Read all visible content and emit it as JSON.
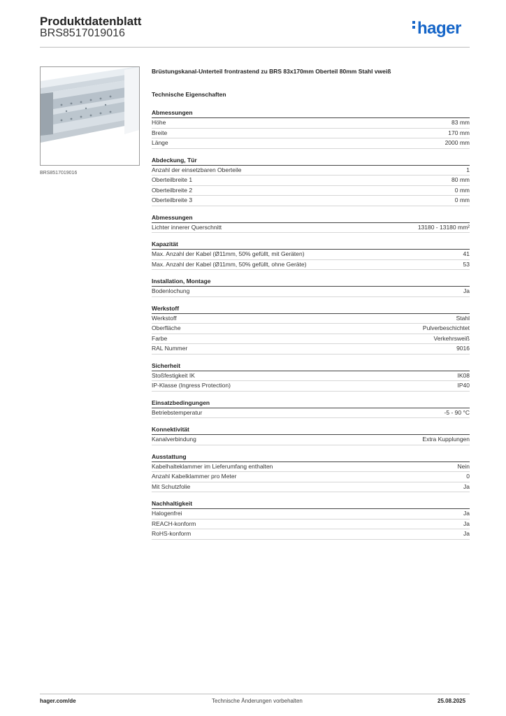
{
  "header": {
    "title": "Produktdatenblatt",
    "subtitle": "BRS8517019016",
    "logo": "hager",
    "brand_color": "#1565c8"
  },
  "image": {
    "caption": "BRS8517019016"
  },
  "product": {
    "title": "Brüstungskanal-Unterteil frontrastend zu BRS 83x170mm Oberteil 80mm Stahl vweiß",
    "section_label": "Technische Eigenschaften"
  },
  "groups": [
    {
      "title": "Abmessungen",
      "rows": [
        {
          "label": "Höhe",
          "value": "83 mm"
        },
        {
          "label": "Breite",
          "value": "170 mm"
        },
        {
          "label": "Länge",
          "value": "2000 mm"
        }
      ]
    },
    {
      "title": "Abdeckung, Tür",
      "rows": [
        {
          "label": "Anzahl der einsetzbaren Oberteile",
          "value": "1"
        },
        {
          "label": "Oberteilbreite 1",
          "value": "80 mm"
        },
        {
          "label": "Oberteilbreite 2",
          "value": "0 mm"
        },
        {
          "label": "Oberteilbreite 3",
          "value": "0 mm"
        }
      ]
    },
    {
      "title": "Abmessungen",
      "rows": [
        {
          "label": "Lichter innerer Querschnitt",
          "value": "13180 - 13180 mm²"
        }
      ]
    },
    {
      "title": "Kapazität",
      "rows": [
        {
          "label": "Max. Anzahl der Kabel (Ø11mm, 50% gefüllt, mit Geräten)",
          "value": "41"
        },
        {
          "label": "Max. Anzahl der Kabel (Ø11mm, 50% gefüllt, ohne Geräte)",
          "value": "53"
        }
      ]
    },
    {
      "title": "Installation, Montage",
      "rows": [
        {
          "label": "Bodenlochung",
          "value": "Ja"
        }
      ]
    },
    {
      "title": "Werkstoff",
      "rows": [
        {
          "label": "Werkstoff",
          "value": "Stahl"
        },
        {
          "label": "Oberfläche",
          "value": "Pulverbeschichtet"
        },
        {
          "label": "Farbe",
          "value": "Verkehrsweiß"
        },
        {
          "label": "RAL Nummer",
          "value": "9016"
        }
      ]
    },
    {
      "title": "Sicherheit",
      "rows": [
        {
          "label": "Stoßfestigkeit IK",
          "value": "IK08"
        },
        {
          "label": "IP-Klasse (Ingress Protection)",
          "value": "IP40"
        }
      ]
    },
    {
      "title": "Einsatzbedingungen",
      "rows": [
        {
          "label": "Betriebstemperatur",
          "value": "-5 - 90 °C"
        }
      ]
    },
    {
      "title": "Konnektivität",
      "rows": [
        {
          "label": "Kanalverbindung",
          "value": "Extra Kupplungen"
        }
      ]
    },
    {
      "title": "Ausstattung",
      "rows": [
        {
          "label": "Kabelhalteklammer im Lieferumfang enthalten",
          "value": "Nein"
        },
        {
          "label": "Anzahl Kabelklammer pro Meter",
          "value": "0"
        },
        {
          "label": "Mit Schutzfolie",
          "value": "Ja"
        }
      ]
    },
    {
      "title": "Nachhaltigkeit",
      "rows": [
        {
          "label": "Halogenfrei",
          "value": "Ja"
        },
        {
          "label": "REACH-konform",
          "value": "Ja"
        },
        {
          "label": "RoHS-konform",
          "value": "Ja"
        }
      ]
    }
  ],
  "footer": {
    "left": "hager.com/de",
    "center": "Technische Änderungen vorbehalten",
    "right": "25.08.2025"
  }
}
